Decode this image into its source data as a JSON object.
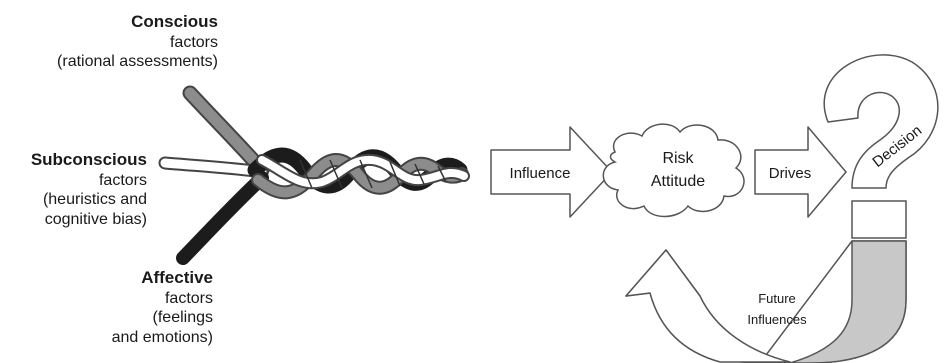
{
  "factors": {
    "conscious": {
      "title": "Conscious",
      "lines": [
        "factors",
        "(rational assessments)"
      ]
    },
    "subconscious": {
      "title": "Subconscious",
      "lines": [
        "factors",
        "(heuristics and",
        "cognitive bias)"
      ]
    },
    "affective": {
      "title": "Affective",
      "lines": [
        "factors",
        "(feelings",
        "and emotions)"
      ]
    }
  },
  "flow": {
    "influence": "Influence",
    "risk_attitude": [
      "Risk",
      "Attitude"
    ],
    "drives": "Drives",
    "decision": "Decision",
    "future_influences": [
      "Future",
      "Influences"
    ]
  },
  "colors": {
    "rope_grey": "#8c8c8c",
    "rope_black": "#1c1c1c",
    "rope_white": "#ffffff",
    "return_fill": "#c8c8c8",
    "outline": "#555555"
  }
}
